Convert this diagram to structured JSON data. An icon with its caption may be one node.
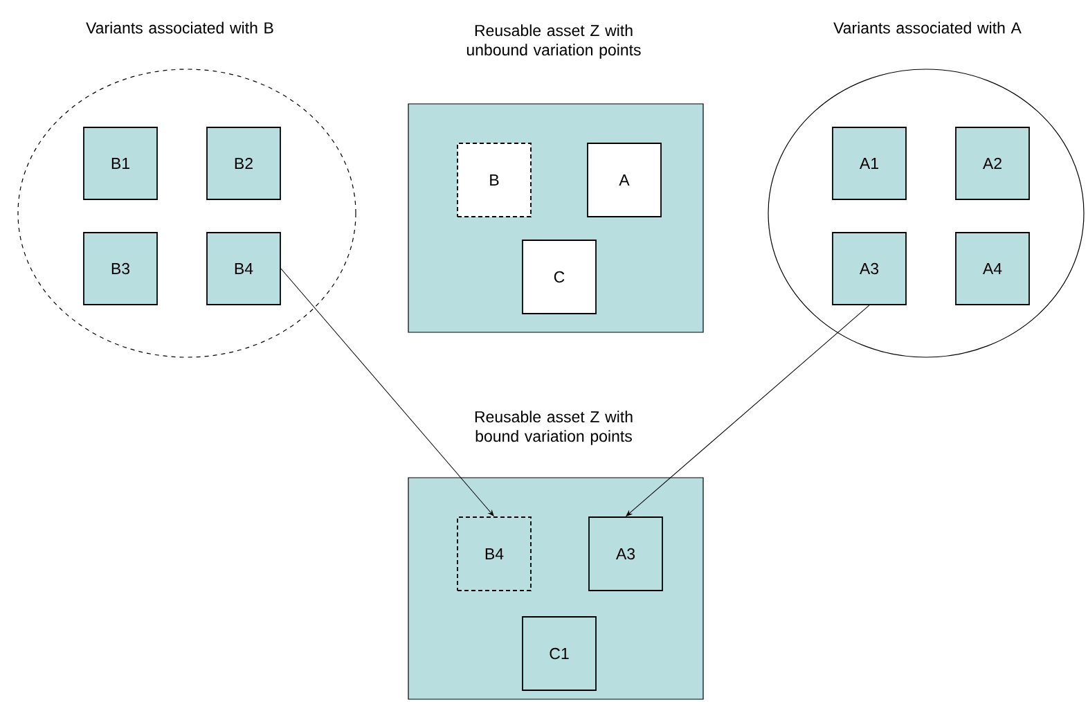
{
  "diagram": {
    "nodes": [
      {
        "text": [
          "Variants associated with B"
        ]
      },
      {
        "text": [
          "B1"
        ],
        "in": 0
      },
      {
        "text": [
          "B2"
        ],
        "in": 0
      },
      {
        "text": [
          "B3"
        ],
        "in": 0
      },
      {
        "text": [
          "B4"
        ],
        "in": 0
      },
      {
        "text": [
          "Reusable asset Z with unbound variation points"
        ]
      },
      {
        "text": [
          "B"
        ],
        "in": 5
      },
      {
        "text": [
          "A"
        ],
        "in": 5
      },
      {
        "text": [
          "C"
        ],
        "in": 5
      },
      {
        "text": [
          "Variants associated with A"
        ]
      },
      {
        "text": [
          "A1"
        ],
        "in": 9
      },
      {
        "text": [
          "A2"
        ],
        "in": 9
      },
      {
        "text": [
          "A3"
        ],
        "in": 9
      },
      {
        "text": [
          "A4"
        ],
        "in": 9
      },
      {
        "text": [
          "Reusable asset Z with bound variation points"
        ]
      },
      {
        "text": [
          "B4"
        ],
        "in": 14
      },
      {
        "text": [
          "A3"
        ],
        "in": 14
      },
      {
        "text": [
          "C1"
        ],
        "in": 14
      }
    ],
    "edges": [
      {
        "from": 4,
        "to": 15,
        "arrow": "to"
      },
      {
        "from": 12,
        "to": 16,
        "arrow": "to"
      }
    ]
  }
}
